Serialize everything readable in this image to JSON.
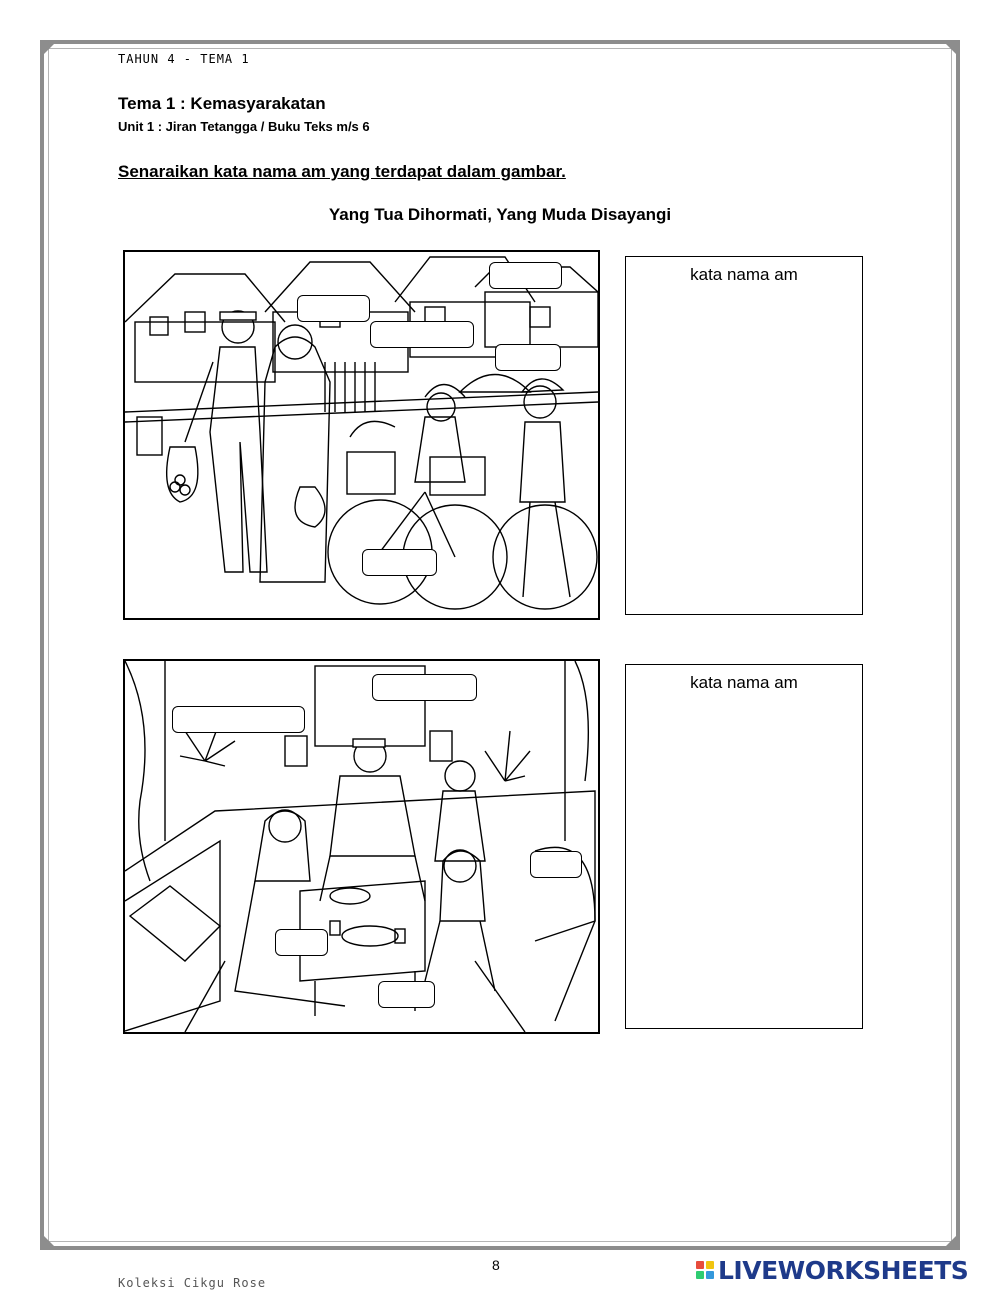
{
  "header": {
    "tag": "TAHUN 4 - TEMA 1"
  },
  "title": "Tema 1 : Kemasyarakatan",
  "subtitle": "Unit 1 : Jiran Tetangga /  Buku Teks m/s 6",
  "instruction": "Senaraikan  kata nama am yang terdapat dalam gambar.",
  "heading": "Yang Tua Dihormati, Yang Muda Disayangi",
  "answer_boxes": [
    {
      "label": "kata nama am"
    },
    {
      "label": "kata nama am"
    }
  ],
  "page_number": "8",
  "footer": {
    "credit": "Koleksi Cikgu Rose"
  },
  "logo": {
    "text": "LIVEWORKSHEETS",
    "colors": [
      "#e74c3c",
      "#f1c40f",
      "#2ecc71",
      "#3498db"
    ]
  }
}
